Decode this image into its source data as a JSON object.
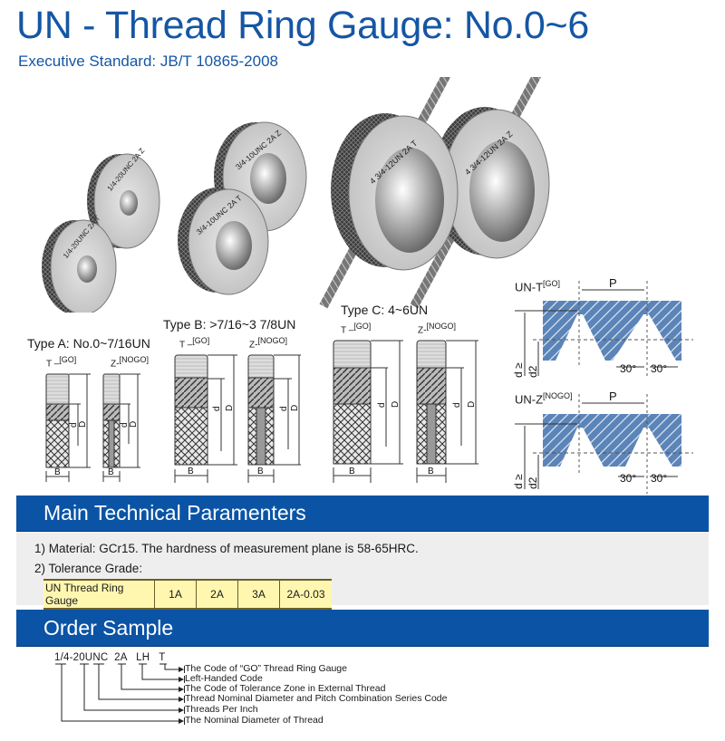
{
  "header": {
    "title": "UN - Thread Ring Gauge: No.0~6",
    "subtitle": "Executive Standard: JB/T 10865-2008"
  },
  "photos": {
    "type_a_go_marking": "1/4-20UNC 2A T",
    "type_a_nogo_marking": "1/4-20UNC 2A Z",
    "type_b_go_marking": "3/4-10UNC 2A T",
    "type_b_nogo_marking": "3/4-10UNC 2A Z",
    "type_c_go_marking": "4 3/4-12UN 2A T",
    "type_c_nogo_marking": "4 3/4-12UN 2A Z"
  },
  "types": [
    {
      "label": "Type A:  No.0~7/16UN",
      "go": "T –",
      "go_sup": "[GO]",
      "nogo": "Z-",
      "nogo_sup": "[NOGO]",
      "dim_d": "d",
      "dim_D": "D",
      "dim_B": "B"
    },
    {
      "label": "Type B:  >7/16~3 7/8UN",
      "go": "T –",
      "go_sup": "[GO]",
      "nogo": "Z-",
      "nogo_sup": "[NOGO]",
      "dim_d": "d",
      "dim_D": "D",
      "dim_B": "B"
    },
    {
      "label": "Type C:  4~6UN",
      "go": "T –",
      "go_sup": "[GO]",
      "nogo": "Z-",
      "nogo_sup": "[NOGO]",
      "dim_d": "d",
      "dim_D": "D",
      "dim_B": "B"
    }
  ],
  "thread_profiles": [
    {
      "title": "UN-T",
      "title_sup": "[GO]",
      "pitch": "P",
      "angle_left": "30°",
      "angle_right": "30°",
      "dim_d": "d ≥",
      "dim_d2": "d2"
    },
    {
      "title": "UN-Z",
      "title_sup": "[NOGO]",
      "pitch": "P",
      "angle_left": "30°",
      "angle_right": "30°",
      "dim_d": "d ≥",
      "dim_d2": "d2"
    }
  ],
  "technical": {
    "heading": "Main Technical Paramenters",
    "item1": "1) Material: GCr15. The hardness of measurement plane is 58-65HRC.",
    "item2": "2) Tolerance Grade:",
    "tolerance_table": {
      "label": "UN Thread Ring Gauge",
      "grades": [
        "1A",
        "2A",
        "3A",
        "2A-0.03"
      ]
    }
  },
  "order": {
    "heading": "Order Sample",
    "code": "1/4-20UNC  2A   LH   T",
    "descriptions": [
      "The Code of “GO” Thread Ring Gauge",
      "Left-Handed Code",
      "The Code of Tolerance Zone in External Thread",
      "Thread Nominal Diameter and Pitch Combination Series Code",
      "Threads Per Inch",
      "The Nominal Diameter of Thread"
    ]
  },
  "colors": {
    "brand_blue": "#1556a4",
    "header_bar": "#0b54a5",
    "panel_gray": "#eeeeee",
    "table_yellow": "#fff7b0",
    "thread_fill": "#5b84b8"
  }
}
